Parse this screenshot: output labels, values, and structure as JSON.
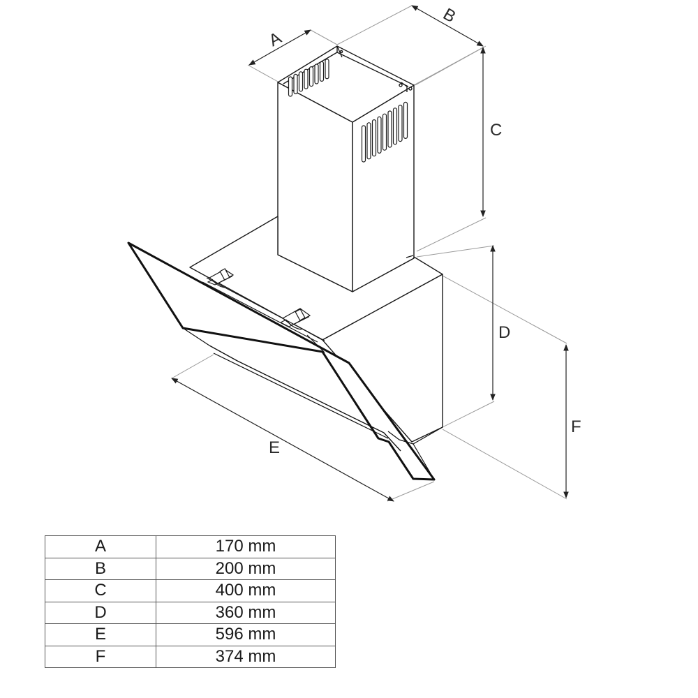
{
  "drawing": {
    "dimension_labels": {
      "A": "A",
      "B": "B",
      "C": "C",
      "D": "D",
      "E": "E",
      "F": "F"
    }
  },
  "table": {
    "rows": [
      {
        "key": "A",
        "value": "170 mm"
      },
      {
        "key": "B",
        "value": "200 mm"
      },
      {
        "key": "C",
        "value": "400 mm"
      },
      {
        "key": "D",
        "value": "360 mm"
      },
      {
        "key": "E",
        "value": "596 mm"
      },
      {
        "key": "F",
        "value": "374 mm"
      }
    ]
  }
}
